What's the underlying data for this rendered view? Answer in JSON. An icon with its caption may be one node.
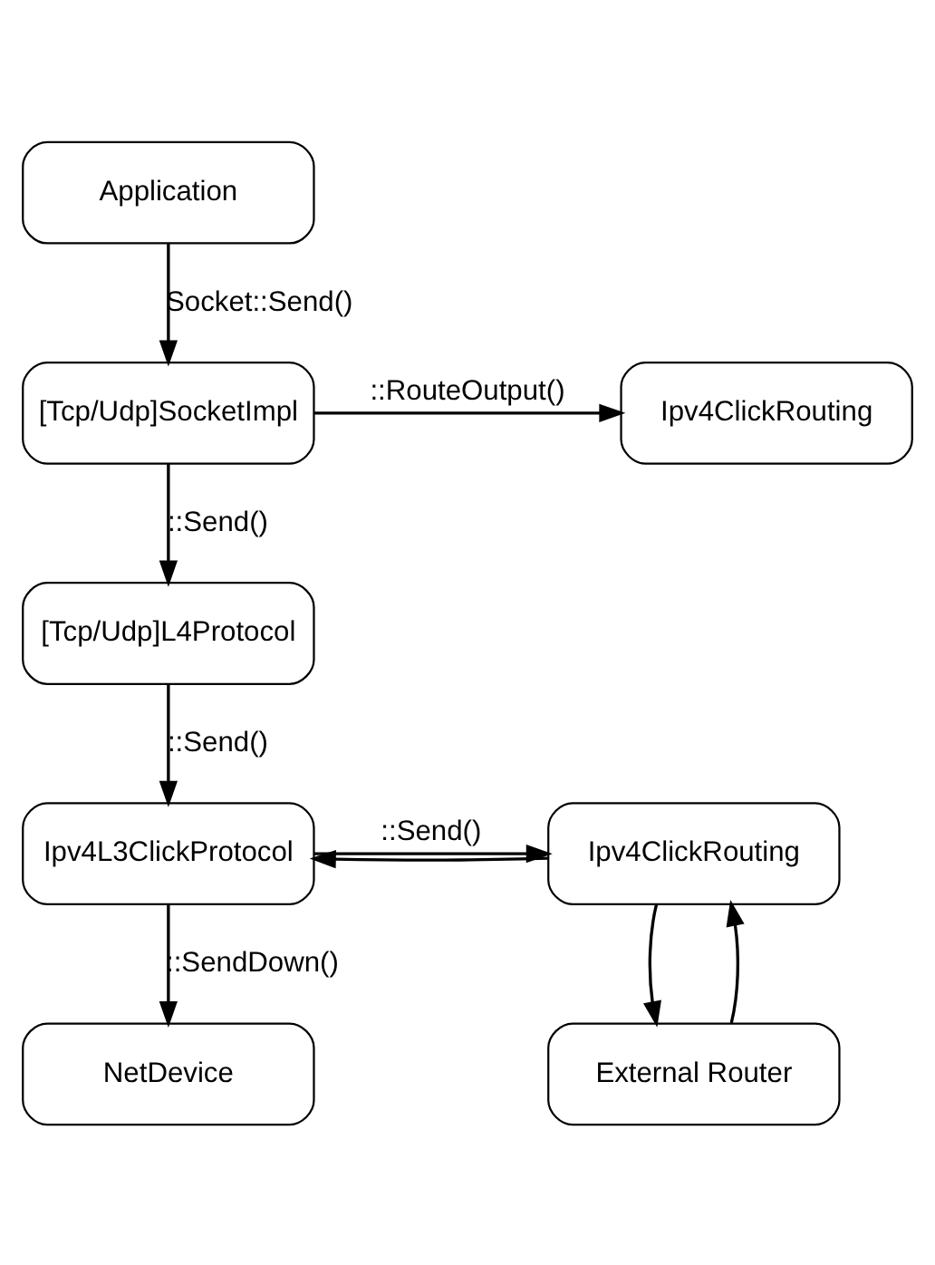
{
  "diagram": {
    "nodes": [
      {
        "text": [
          "Application"
        ]
      },
      {
        "text": [
          "[Tcp/Udp]SocketImpl"
        ]
      },
      {
        "text": [
          "Ipv4ClickRouting"
        ]
      },
      {
        "text": [
          "[Tcp/Udp]L4Protocol"
        ]
      },
      {
        "text": [
          "Ipv4L3ClickProtocol"
        ]
      },
      {
        "text": [
          "Ipv4ClickRouting"
        ]
      },
      {
        "text": [
          "External Router"
        ]
      },
      {
        "text": [
          "NetDevice"
        ]
      }
    ],
    "edges": [
      {
        "from": 0,
        "to": 1,
        "arrow": "to",
        "label": "Socket::Send()"
      },
      {
        "from": 1,
        "to": 2,
        "arrow": "to",
        "label": "::RouteOutput()"
      },
      {
        "from": 1,
        "to": 3,
        "arrow": "to",
        "label": "::Send()"
      },
      {
        "from": 3,
        "to": 4,
        "arrow": "to",
        "label": "::Send()"
      },
      {
        "from": 4,
        "to": 5,
        "arrow": "to",
        "label": "::Send()"
      },
      {
        "from": 5,
        "to": 4,
        "arrow": "to"
      },
      {
        "from": 5,
        "to": 6,
        "arrow": "to"
      },
      {
        "from": 6,
        "to": 5,
        "arrow": "to"
      },
      {
        "from": 4,
        "to": 7,
        "arrow": "to",
        "label": "::SendDown()"
      }
    ]
  }
}
